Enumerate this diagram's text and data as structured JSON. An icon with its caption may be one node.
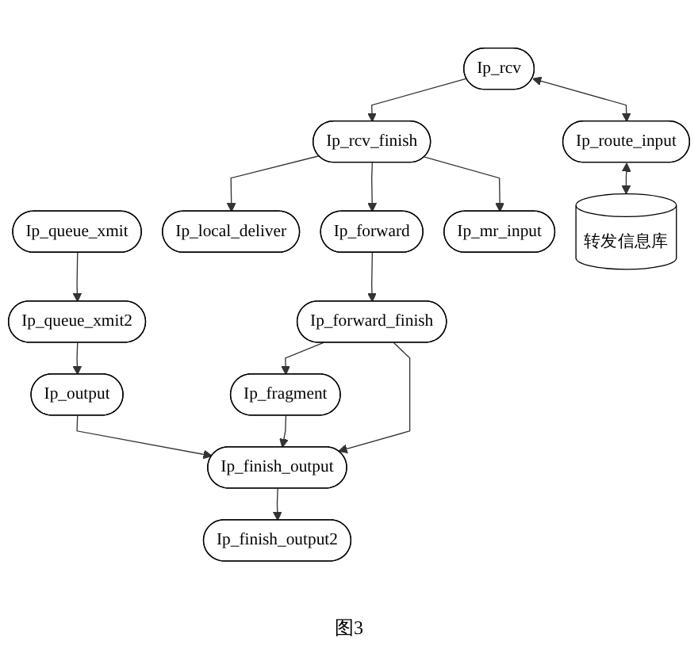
{
  "diagram": {
    "caption": "图3",
    "nodes": [
      {
        "text": [
          "Ip_fragment"
        ]
      },
      {
        "text": [
          "Ip_queue_xmit"
        ]
      },
      {
        "text": [
          "Ip_forward_finish"
        ]
      },
      {
        "text": [
          "Ip_queue_xmit2"
        ]
      },
      {
        "text": [
          "Ip_local_deliver"
        ]
      },
      {
        "text": [
          "Ip_forward"
        ]
      },
      {
        "text": [
          "Ip_output"
        ]
      },
      {
        "text": [
          "Ip_rcv_finish"
        ]
      },
      {
        "text": [
          "Ip_mr_input"
        ]
      },
      {
        "text": [
          "Ip_finish_output"
        ]
      },
      {
        "text": [
          "转发信息库"
        ]
      },
      {
        "text": [
          "Ip_rcv"
        ]
      },
      {
        "text": [
          "Ip_route_input"
        ]
      },
      {
        "text": [
          "Ip_finish_output2"
        ]
      }
    ],
    "edges": [
      {
        "from": 5,
        "to": 2,
        "arrow": "to"
      },
      {
        "from": 2,
        "to": 0,
        "arrow": "to"
      },
      {
        "from": 7,
        "to": 4,
        "arrow": "to"
      },
      {
        "from": 7,
        "to": 5,
        "arrow": "to"
      },
      {
        "from": 7,
        "to": 8,
        "arrow": "to"
      },
      {
        "from": 11,
        "to": 7,
        "arrow": "to"
      },
      {
        "from": 11,
        "to": 12,
        "arrow": "both"
      },
      {
        "from": 12,
        "to": 10,
        "arrow": "both"
      },
      {
        "from": 1,
        "to": 3,
        "arrow": "to"
      },
      {
        "from": 3,
        "to": 6,
        "arrow": "to"
      },
      {
        "from": 6,
        "to": 9,
        "arrow": "to"
      },
      {
        "from": 9,
        "to": 13,
        "arrow": "to"
      },
      {
        "from": 0,
        "to": 9,
        "arrow": "to"
      },
      {
        "from": 2,
        "to": 9,
        "arrow": "to"
      }
    ]
  }
}
